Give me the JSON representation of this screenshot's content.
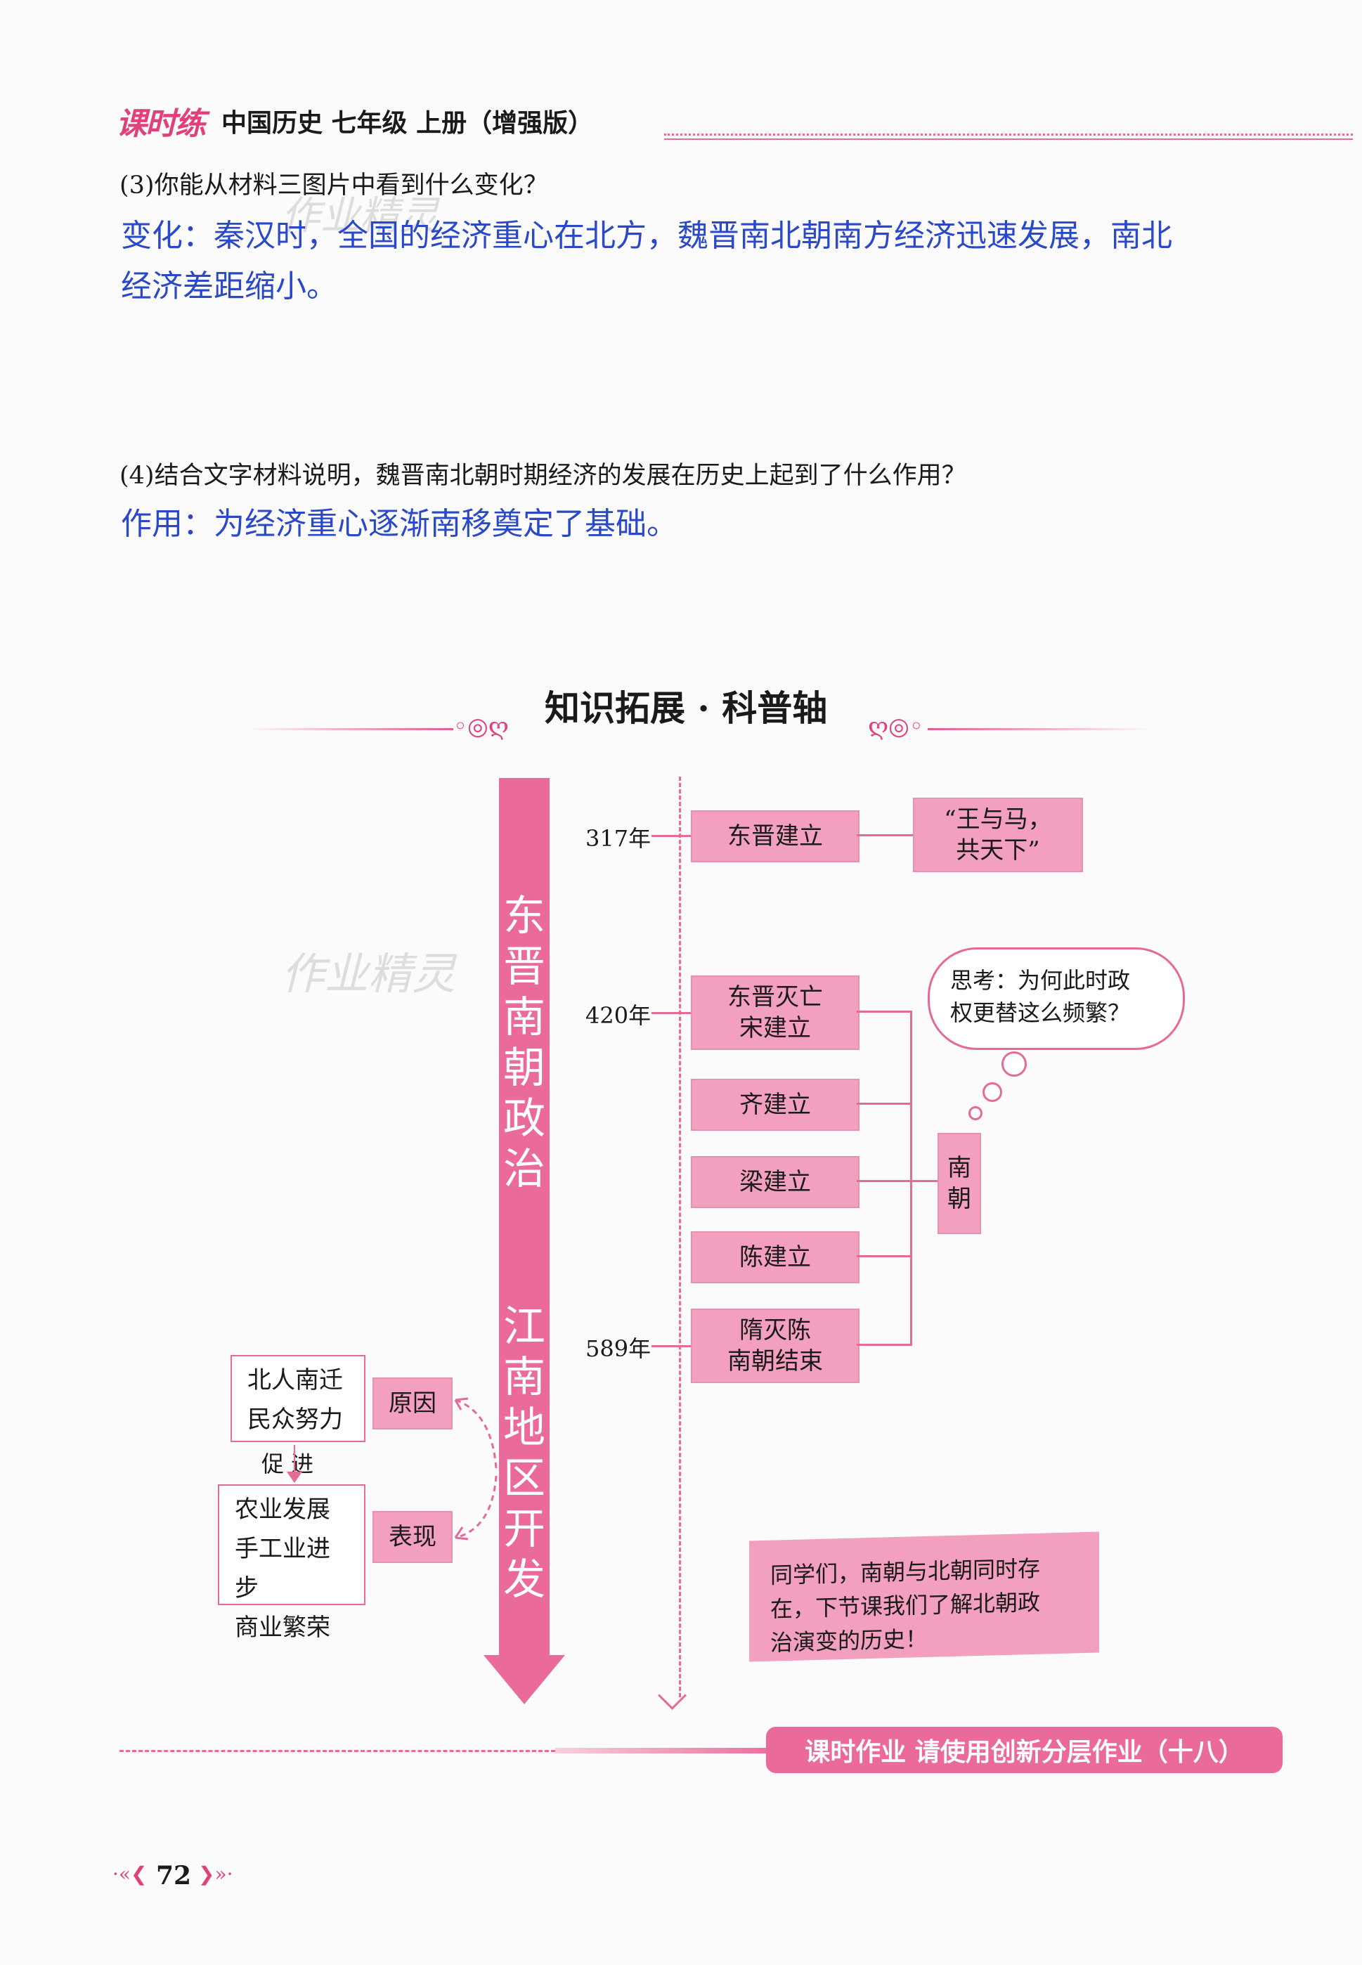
{
  "header": {
    "brand": "课时练",
    "book_title": "中国历史  七年级  上册（增强版）"
  },
  "questions": [
    {
      "prompt": "(3)你能从材料三图片中看到什么变化？",
      "answer_line1": "变化：秦汉时，全国的经济重心在北方，魏晋南北朝南方经济迅速发展，南北",
      "answer_line2": "经济差距缩小。"
    },
    {
      "prompt": "(4)结合文字材料说明，魏晋南北朝时期经济的发展在历史上起到了什么作用？",
      "answer_line1": "作用：为经济重心逐渐南移奠定了基础。"
    }
  ],
  "watermark": "作业精灵",
  "section": {
    "title": "知识拓展 · 科普轴",
    "axis_top": [
      "东",
      "晋",
      "南",
      "朝",
      "政",
      "治"
    ],
    "axis_bottom": [
      "江",
      "南",
      "地",
      "区",
      "开",
      "发"
    ]
  },
  "timeline": {
    "years": [
      "317年",
      "420年",
      "589年"
    ],
    "events": [
      {
        "line1": "东晋建立",
        "line2": ""
      },
      {
        "line1": "东晋灭亡",
        "line2": "宋建立"
      },
      {
        "line1": "齐建立",
        "line2": ""
      },
      {
        "line1": "梁建立",
        "line2": ""
      },
      {
        "line1": "陈建立",
        "line2": ""
      },
      {
        "line1": "隋灭陈",
        "line2": "南朝结束"
      }
    ],
    "quote": {
      "line1": "“王与马，",
      "line2": "共天下”"
    },
    "southern_dynasties_label": [
      "南",
      "朝"
    ],
    "think": {
      "line1": "思考：为何此时政",
      "line2": "权更替这么频繁？"
    }
  },
  "development": {
    "cause_label": "原因",
    "performance_label": "表现",
    "causes": [
      "北人南迁",
      "民众努力"
    ],
    "promote": "促  进",
    "results": [
      "农业发展",
      "手工业进步",
      "商业繁荣"
    ]
  },
  "note": {
    "line1": "同学们，南朝与北朝同时存",
    "line2": "在，下节课我们了解北朝政",
    "line3": "治演变的历史！"
  },
  "footer": {
    "pill": "课时作业  请使用创新分层作业（十八）",
    "page_number": "72"
  },
  "colors": {
    "accent": "#ea6a9c",
    "answer": "#2a49c8",
    "box": "#f29fc0"
  }
}
